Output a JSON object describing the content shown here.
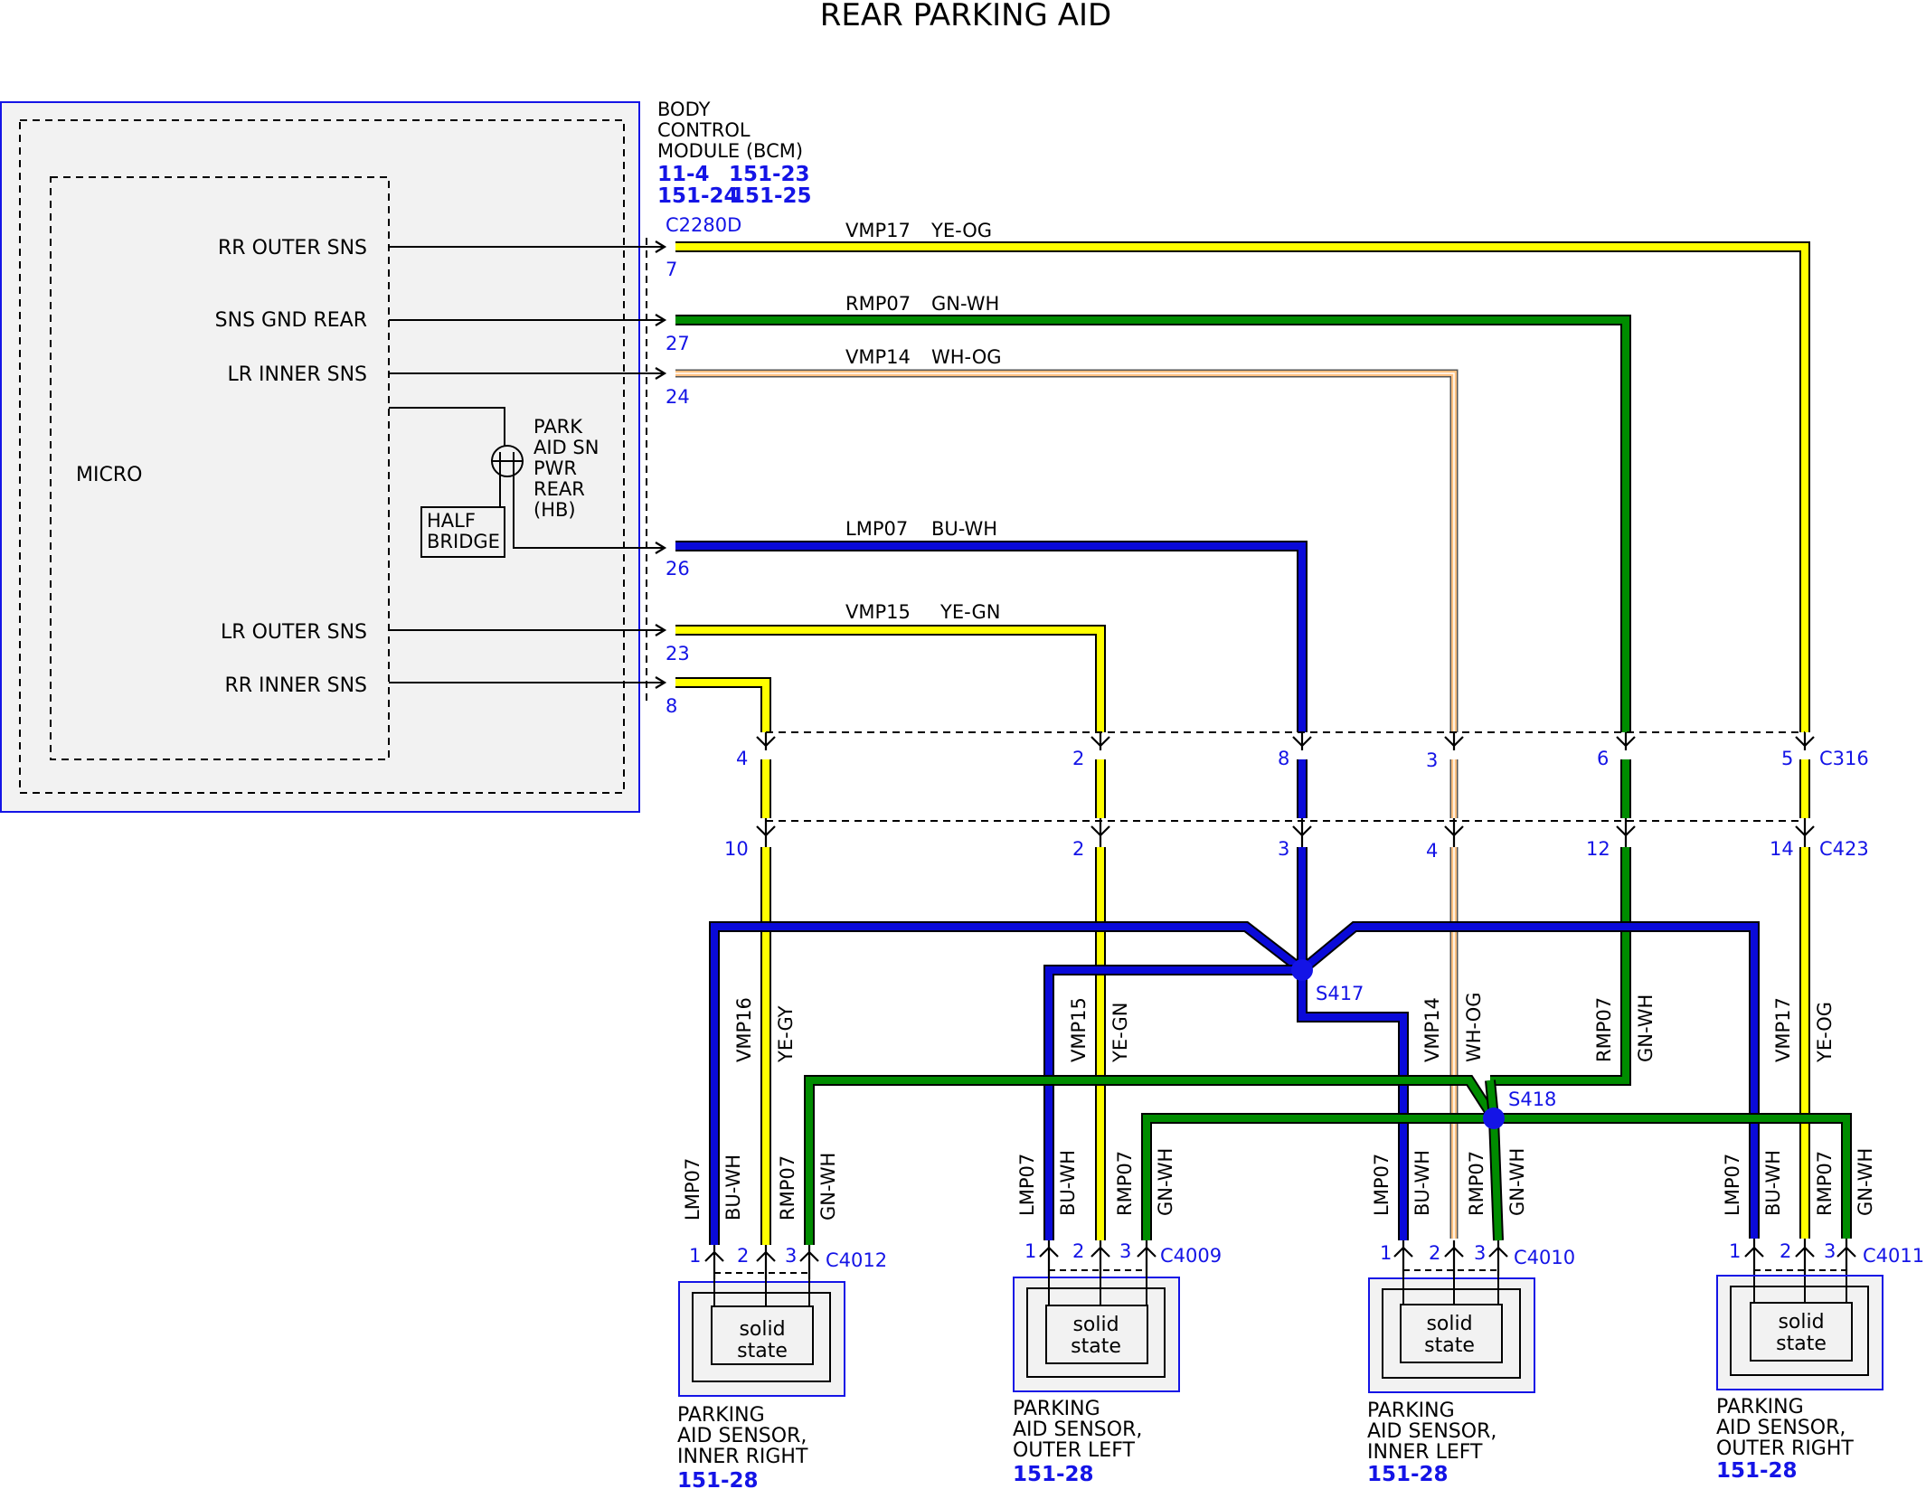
{
  "title": "REAR PARKING AID",
  "colors": {
    "yellow": "#ffff00",
    "blue": "#0a0ad9",
    "green": "#008c00",
    "orange": "#ffc080",
    "link": "#1414e6",
    "module_fill": "#f2f2f2"
  },
  "bcm": {
    "name_lines": [
      "BODY",
      "CONTROL",
      "MODULE (BCM)"
    ],
    "refs": [
      "11-4",
      "151-23",
      "151-24",
      "151-25"
    ],
    "connector": "C2280D",
    "micro": "MICRO",
    "signals": [
      "RR OUTER SNS",
      "SNS GND REAR",
      "LR INNER SNS",
      "LR OUTER SNS",
      "RR INNER SNS"
    ],
    "park_aid_lines": [
      "PARK",
      "AID SN",
      "PWR",
      "REAR",
      "(HB)"
    ],
    "half_bridge_lines": [
      "HALF",
      "BRIDGE"
    ]
  },
  "circuits": [
    {
      "pin": "7",
      "circuit": "VMP17",
      "color_code": "YE-OG"
    },
    {
      "pin": "27",
      "circuit": "RMP07",
      "color_code": "GN-WH"
    },
    {
      "pin": "24",
      "circuit": "VMP14",
      "color_code": "WH-OG"
    },
    {
      "pin": "26",
      "circuit": "LMP07",
      "color_code": "BU-WH"
    },
    {
      "pin": "23",
      "circuit": "VMP15",
      "color_code": "YE-GN"
    },
    {
      "pin": "8",
      "circuit": "",
      "color_code": ""
    }
  ],
  "inline_connectors": {
    "c316": {
      "name": "C316",
      "pins": [
        "4",
        "2",
        "8",
        "3",
        "6",
        "5"
      ]
    },
    "c423": {
      "name": "C423",
      "pins": [
        "10",
        "2",
        "3",
        "4",
        "12",
        "14"
      ]
    }
  },
  "splices": [
    "S417",
    "S418"
  ],
  "vertical_labels": [
    {
      "circuit": "VMP16",
      "color_code": "YE-GY"
    },
    {
      "circuit": "VMP15",
      "color_code": "YE-GN"
    },
    {
      "circuit": "VMP14",
      "color_code": "WH-OG"
    },
    {
      "circuit": "RMP07",
      "color_code": "GN-WH"
    },
    {
      "circuit": "VMP17",
      "color_code": "YE-OG"
    }
  ],
  "branch_labels": {
    "lmp": {
      "circuit": "LMP07",
      "color_code": "BU-WH"
    },
    "rmp": {
      "circuit": "RMP07",
      "color_code": "GN-WH"
    }
  },
  "sensors": [
    {
      "connector": "C4012",
      "pins": [
        "1",
        "2",
        "3"
      ],
      "box": [
        "solid",
        "state"
      ],
      "name_lines": [
        "PARKING",
        "AID SENSOR,",
        "INNER RIGHT"
      ],
      "ref": "151-28"
    },
    {
      "connector": "C4009",
      "pins": [
        "1",
        "2",
        "3"
      ],
      "box": [
        "solid",
        "state"
      ],
      "name_lines": [
        "PARKING",
        "AID SENSOR,",
        "OUTER LEFT"
      ],
      "ref": "151-28"
    },
    {
      "connector": "C4010",
      "pins": [
        "1",
        "2",
        "3"
      ],
      "box": [
        "solid",
        "state"
      ],
      "name_lines": [
        "PARKING",
        "AID SENSOR,",
        "INNER LEFT"
      ],
      "ref": "151-28"
    },
    {
      "connector": "C4011",
      "pins": [
        "1",
        "2",
        "3"
      ],
      "box": [
        "solid",
        "state"
      ],
      "name_lines": [
        "PARKING",
        "AID SENSOR,",
        "OUTER RIGHT"
      ],
      "ref": "151-28"
    }
  ]
}
